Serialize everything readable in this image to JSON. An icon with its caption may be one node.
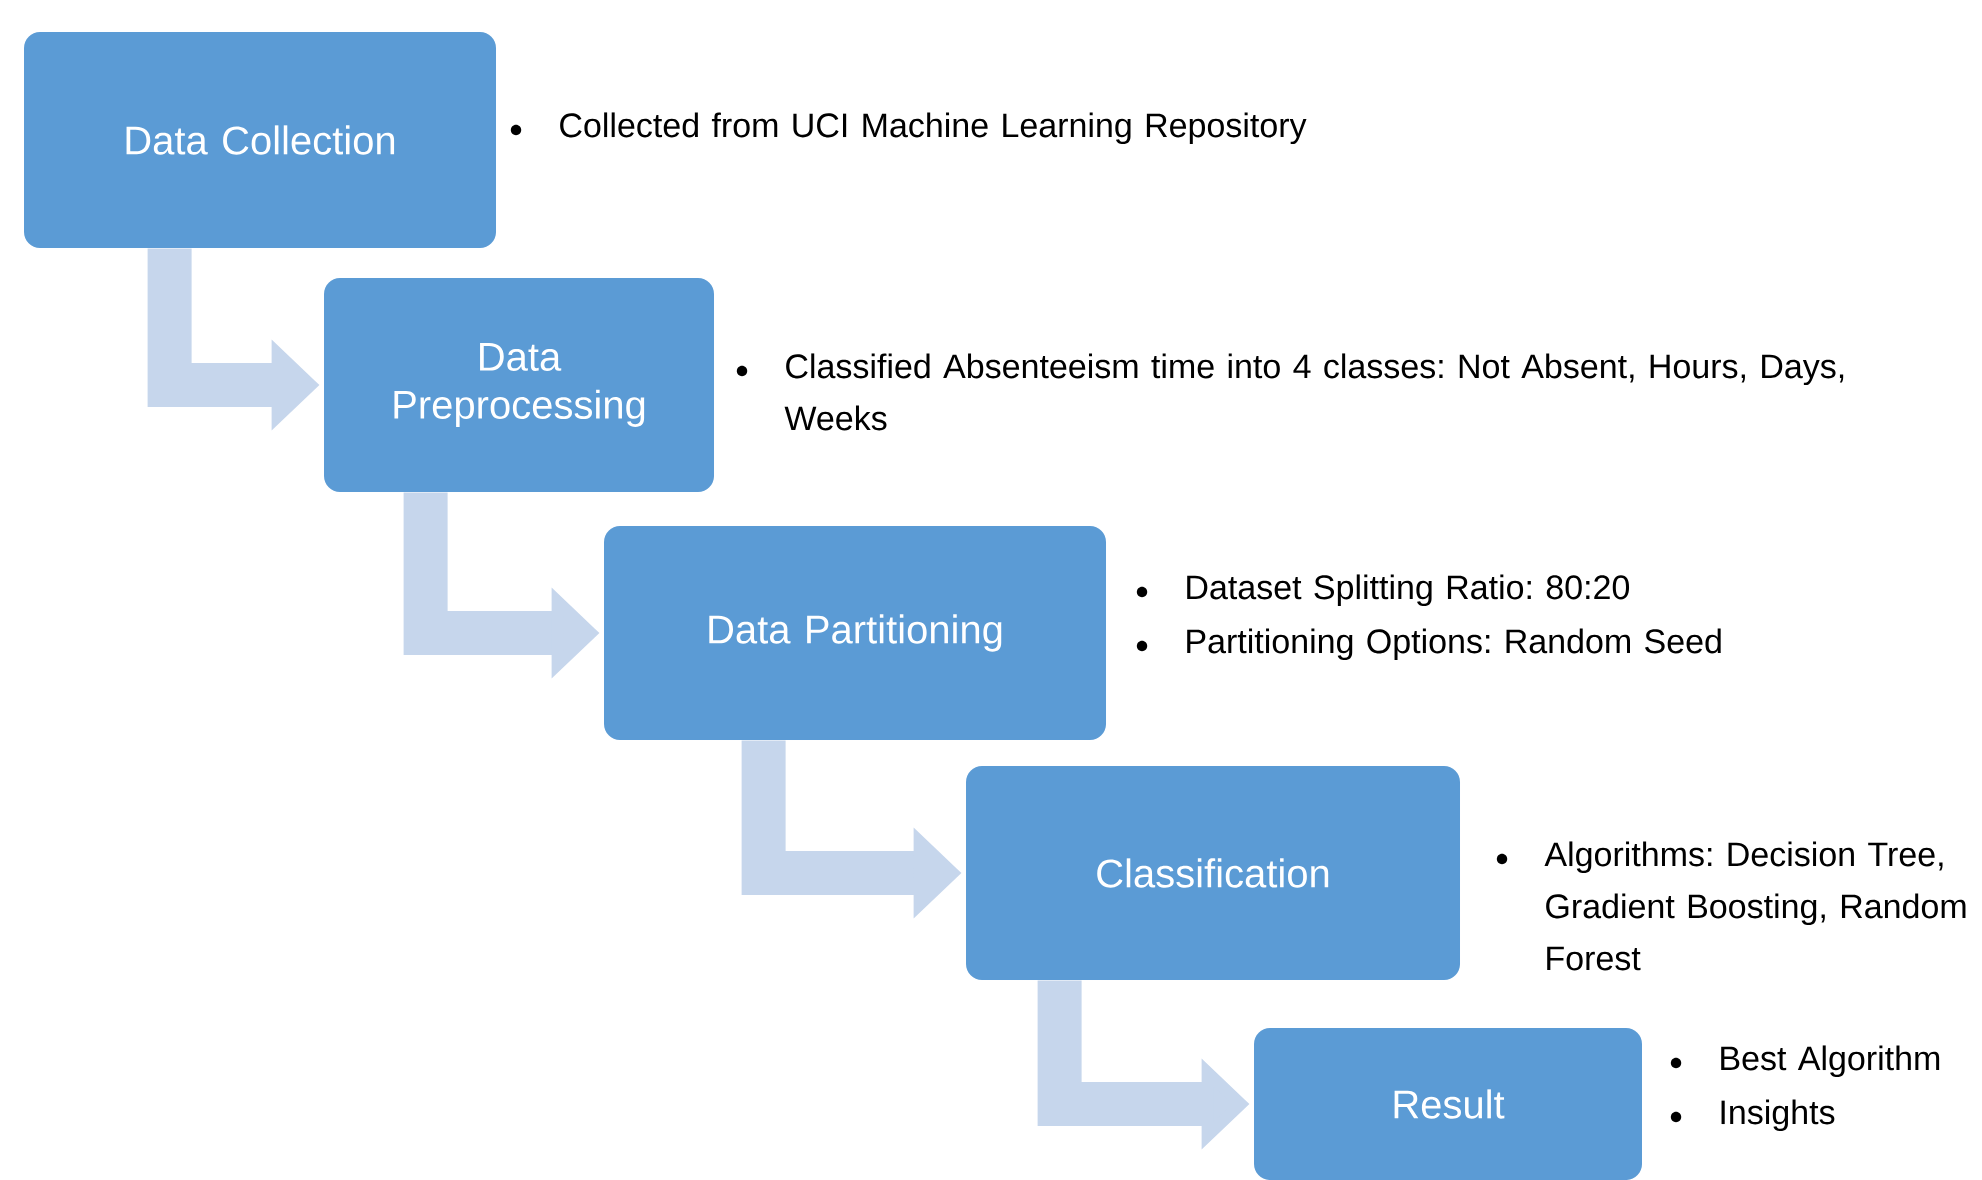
{
  "diagram": {
    "nodes": [
      {
        "text": [
          "Data Collection"
        ],
        "beside": [
          "Collected from UCI Machine Learning Repository"
        ]
      },
      {
        "text": [
          "Data Preprocessing"
        ],
        "beside": [
          "Classified Absenteeism time into 4 classes: Not Absent, Hours, Days, Weeks"
        ]
      },
      {
        "text": [
          "Data Partitioning"
        ],
        "beside": [
          "Dataset Splitting Ratio: 80:20",
          "Partitioning Options: Random Seed"
        ]
      },
      {
        "text": [
          "Classification"
        ],
        "beside": [
          "Algorithms: Decision Tree, Gradient Boosting, Random Forest"
        ]
      },
      {
        "text": [
          "Result"
        ],
        "beside": [
          "Best Algorithm",
          "Insights"
        ]
      }
    ],
    "edges": [
      {
        "from": 0,
        "to": 1,
        "arrow": "to"
      },
      {
        "from": 1,
        "to": 2,
        "arrow": "to"
      },
      {
        "from": 2,
        "to": 3,
        "arrow": "to"
      },
      {
        "from": 3,
        "to": 4,
        "arrow": "to"
      }
    ]
  }
}
